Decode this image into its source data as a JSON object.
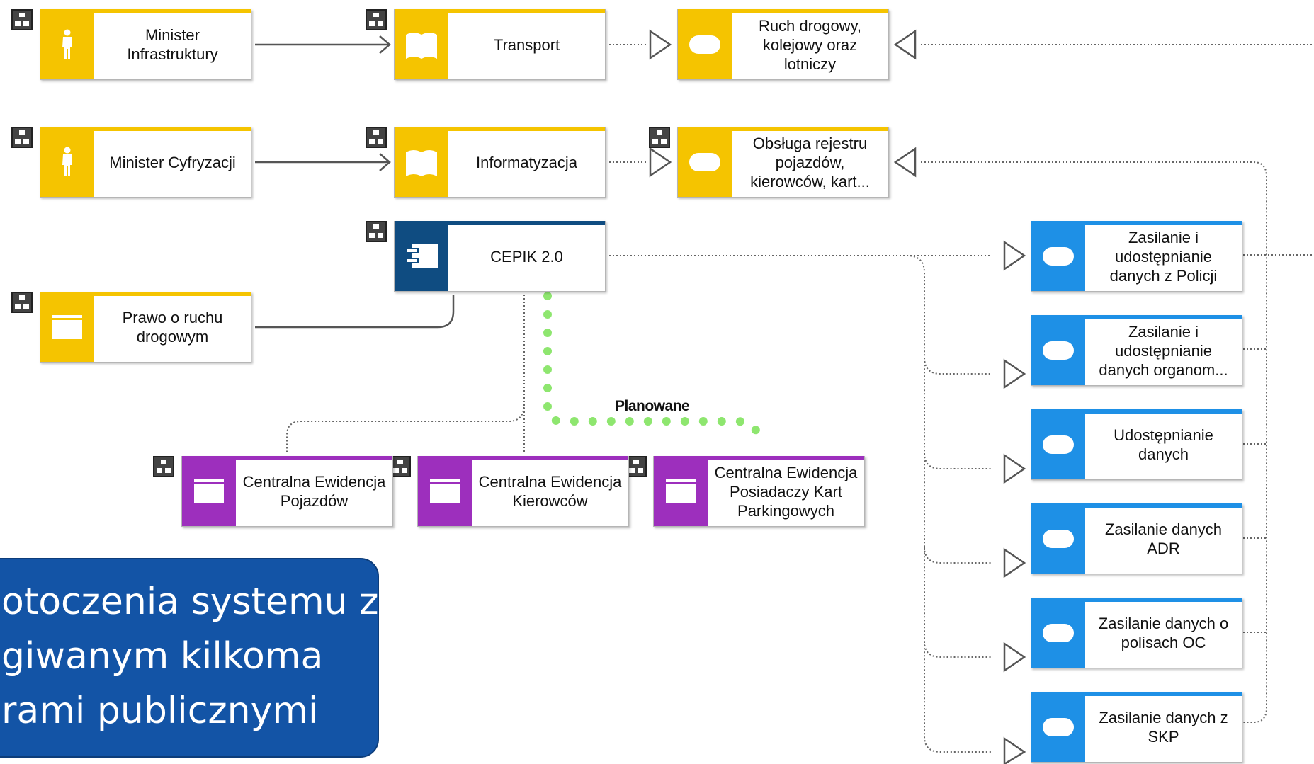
{
  "diagram": {
    "colors": {
      "role": "#f5c400",
      "system": "#0f4c81",
      "service": "#1e90e6",
      "registry": "#9d2fbd",
      "planned": "#8ee66f"
    },
    "roles": [
      {
        "name": "Minister Infrastruktury",
        "icon": "person-icon"
      },
      {
        "name": "Minister Cyfryzacji",
        "icon": "person-icon"
      }
    ],
    "areas": [
      {
        "name": "Transport",
        "icon": "flag-icon"
      },
      {
        "name": "Informatyzacja",
        "icon": "flag-icon"
      }
    ],
    "functions": [
      {
        "name": "Ruch drogowy, kolejowy oraz lotniczy",
        "icon": "function-pill-icon"
      },
      {
        "name": "Obsługa rejestru pojazdów, kierowców, kart...",
        "icon": "function-pill-icon"
      }
    ],
    "system": {
      "name": "CEPIK 2.0",
      "icon": "component-icon"
    },
    "law": {
      "name": "Prawo o ruchu drogowym",
      "icon": "document-icon"
    },
    "planned_label": "Planowane",
    "registries": [
      {
        "name": "Centralna Ewidencja Pojazdów"
      },
      {
        "name": "Centralna Ewidencja Kierowców"
      },
      {
        "name": "Centralna Ewidencja Posiadaczy Kart Parkingowych",
        "status": "planned"
      }
    ],
    "services": [
      {
        "name": "Zasilanie i udostępnianie danych z Policji"
      },
      {
        "name": "Zasilanie i udostępnianie danych organom..."
      },
      {
        "name": "Udostępnianie danych"
      },
      {
        "name": "Zasilanie danych ADR"
      },
      {
        "name": "Zasilanie danych o polisach OC"
      },
      {
        "name": "Zasilanie danych z SKP"
      }
    ]
  },
  "callout": {
    "lines": [
      "otoczenia systemu z",
      "giwanym kilkoma",
      "rami publicznymi"
    ]
  }
}
